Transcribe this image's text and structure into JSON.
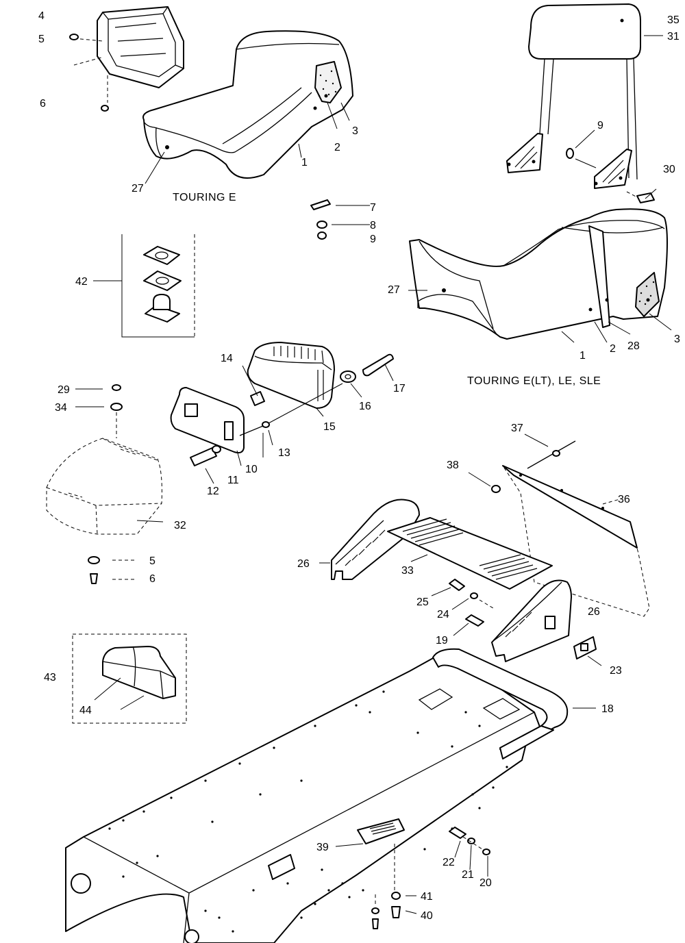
{
  "captions": {
    "touring_e": "TOURING E",
    "touring_elt": "TOURING E(LT), LE, SLE"
  },
  "callouts": {
    "c4": "4",
    "c5a": "5",
    "c6a": "6",
    "c35": "35",
    "c31": "31",
    "c3a": "3",
    "c2a": "2",
    "c1a": "1",
    "c27a": "27",
    "c9a": "9",
    "c30": "30",
    "c7": "7",
    "c8": "8",
    "c9b": "9",
    "c42": "42",
    "c27b": "27",
    "c2b": "2",
    "c28": "28",
    "c3b": "3",
    "c1b": "1",
    "c14": "14",
    "c16": "16",
    "c17": "17",
    "c15": "15",
    "c13": "13",
    "c29": "29",
    "c34": "34",
    "c10": "10",
    "c11": "11",
    "c12": "12",
    "c32": "32",
    "c5b": "5",
    "c6b": "6",
    "c37": "37",
    "c38": "38",
    "c36": "36",
    "c26a": "26",
    "c33": "33",
    "c25": "25",
    "c24": "24",
    "c26b": "26",
    "c19": "19",
    "c23": "23",
    "c18": "18",
    "c43": "43",
    "c44": "44",
    "c39": "39",
    "c22": "22",
    "c21": "21",
    "c20": "20",
    "c41": "41",
    "c40": "40"
  }
}
